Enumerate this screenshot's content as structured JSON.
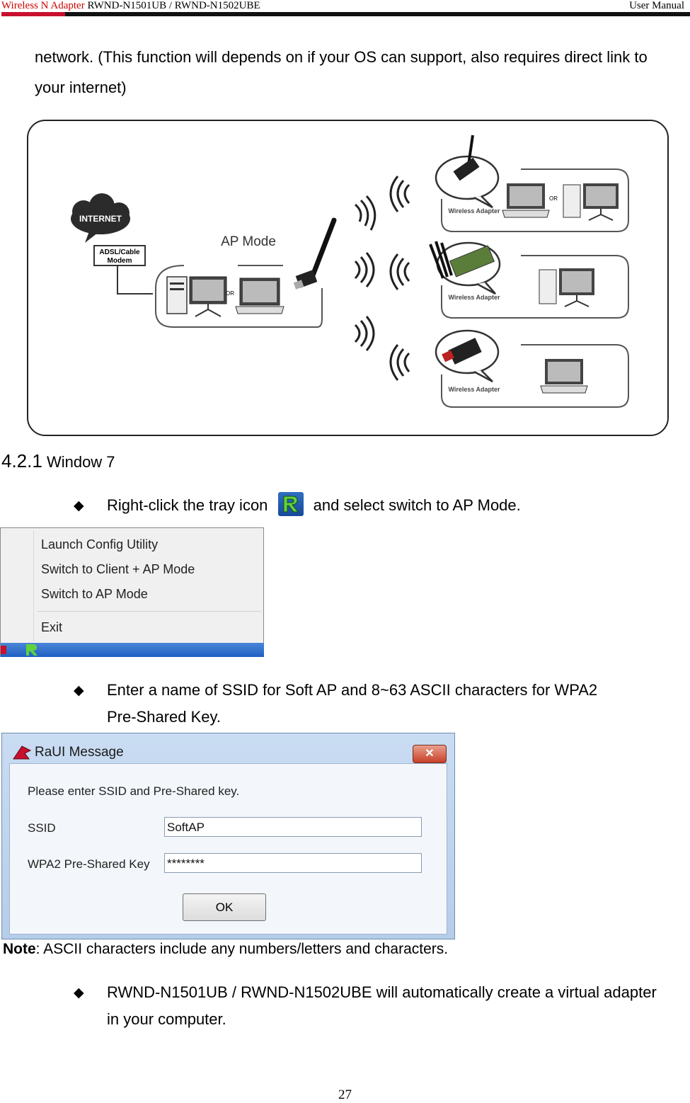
{
  "header": {
    "brand": "Wireless N Adapter",
    "model": "RWND-N1501UB / RWND-N1502UBE",
    "manual": "User Manual"
  },
  "intro": {
    "line1": "network. (This function will depends on if your OS can support, also requires direct link to",
    "line2": "your internet)"
  },
  "figure": {
    "internet": "INTERNET",
    "modem1": "ADSL/Cable",
    "modem2": "Modem",
    "ap_mode": "AP Mode",
    "or": "OR",
    "wireless_adapter": "Wireless Adapter"
  },
  "section": {
    "number": "4.2.1",
    "title": "Window 7"
  },
  "step1": {
    "before": "Right-click the tray icon",
    "after": "and select switch to AP Mode."
  },
  "menu": {
    "items": [
      "Launch Config Utility",
      "Switch to Client + AP Mode",
      "Switch to AP Mode",
      "Exit"
    ]
  },
  "step2": {
    "line1": "Enter a name of SSID for Soft AP and 8~63 ASCII characters for WPA2",
    "line2": "Pre-Shared Key."
  },
  "dialog": {
    "title": "RaUI Message",
    "close": "✕",
    "prompt": "Please enter SSID and Pre-Shared key.",
    "ssid_label": "SSID",
    "ssid_value": "SoftAP",
    "psk_label": "WPA2 Pre-Shared Key",
    "psk_value": "********",
    "ok": "OK"
  },
  "note": {
    "label": "Note",
    "text": ": ASCII characters include any numbers/letters and characters."
  },
  "step3": {
    "line1": "RWND-N1501UB / RWND-N1502UBE will automatically create a virtual adapter",
    "line2": "in your computer."
  },
  "page_number": "27"
}
